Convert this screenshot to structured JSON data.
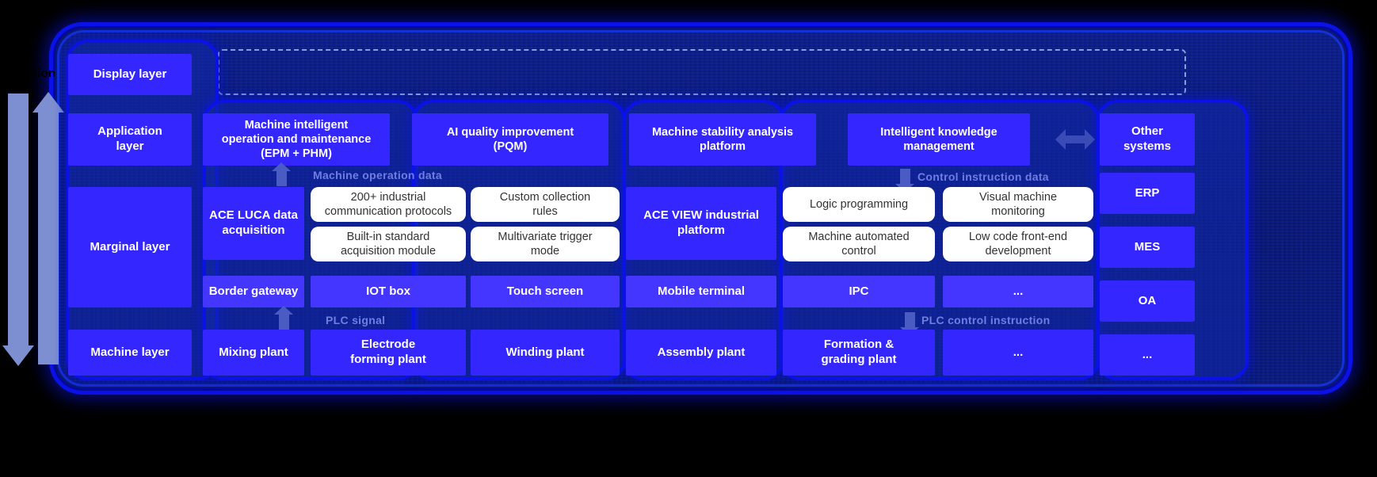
{
  "diagram": {
    "left_partial_label": "tion",
    "layers": [
      {
        "id": "display",
        "label": "Display layer"
      },
      {
        "id": "application",
        "label": "Application\nlayer"
      },
      {
        "id": "marginal",
        "label": "Marginal layer"
      },
      {
        "id": "machine",
        "label": "Machine layer"
      }
    ],
    "application_layer": {
      "items": [
        {
          "label": "Machine intelligent\noperation and maintenance\n(EPM + PHM)"
        },
        {
          "label": "AI quality improvement\n(PQM)"
        },
        {
          "label": "Machine stability analysis\nplatform"
        },
        {
          "label": "Intelligent knowledge\nmanagement"
        }
      ]
    },
    "marginal_layer": {
      "left_platform": "ACE LUCA data\nacquisition",
      "right_platform": "ACE VIEW industrial\nplatform",
      "left_features": [
        "200+ industrial\ncommunication protocols",
        "Custom collection\nrules",
        "Built-in standard\nacquisition module",
        "Multivariate trigger\nmode"
      ],
      "right_features": [
        "Logic programming",
        "Visual machine\nmonitoring",
        "Machine automated\ncontrol",
        "Low code front-end\ndevelopment"
      ],
      "devices": [
        "Border gateway",
        "IOT box",
        "Touch screen",
        "Mobile terminal",
        "IPC",
        "..."
      ]
    },
    "machine_layer": {
      "items": [
        "Mixing plant",
        "Electrode\nforming plant",
        "Winding plant",
        "Assembly plant",
        "Formation &\ngrading plant",
        "..."
      ]
    },
    "right_column": {
      "header": "Other\nsystems",
      "items": [
        "ERP",
        "MES",
        "OA",
        "..."
      ]
    },
    "flow_labels": {
      "machine_operation_data": "Machine operation data",
      "control_instruction_data": "Control instruction data",
      "plc_signal": "PLC signal",
      "plc_control_instruction": "PLC control instruction"
    },
    "colors": {
      "box_blue": "#3326ff",
      "frame_blue": "#0a12e8",
      "background": "#000000",
      "white_box": "#ffffff",
      "flow_label": "#6f7ee0",
      "arrow_gray_blue": "#7d8fd0"
    }
  }
}
